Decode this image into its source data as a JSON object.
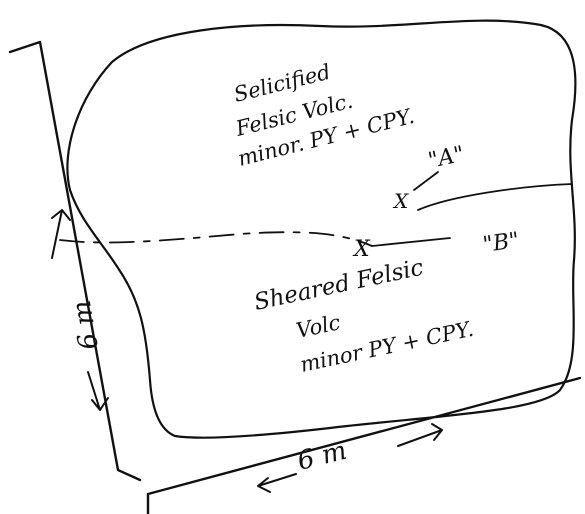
{
  "upper_unit": {
    "line1": "Selicified",
    "line2": "Felsic Volc.",
    "line3": "minor. PY + CPY."
  },
  "lower_unit": {
    "line1": "Sheared Felsic",
    "line2": "Volc",
    "line3": "minor PY + CPY."
  },
  "points": {
    "a_label": "\"A\"",
    "a_mark": "X",
    "b_label": "\"B\"",
    "b_mark": "X"
  },
  "dimensions": {
    "vertical": "6 m",
    "horizontal": "6 m"
  },
  "colors": {
    "ink": "#111111",
    "background": "#ffffff"
  }
}
